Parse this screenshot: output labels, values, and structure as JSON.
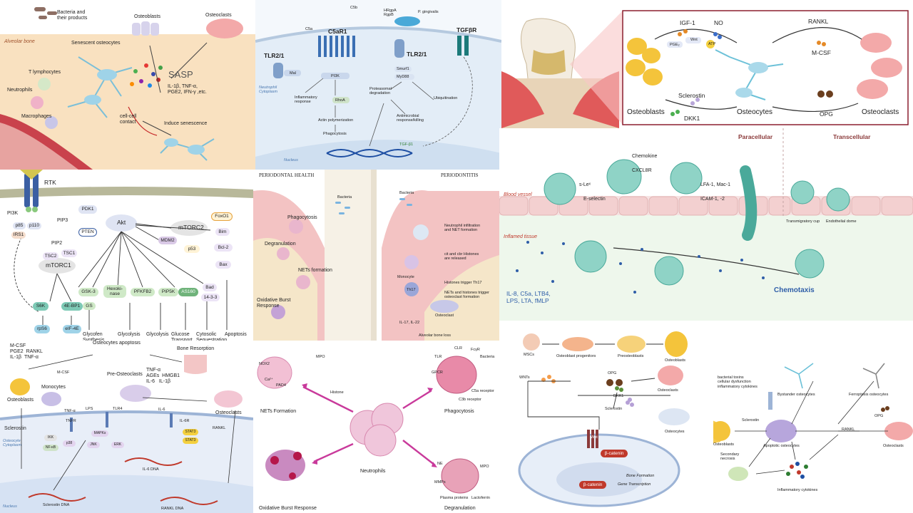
{
  "p1": {
    "bacteria": "Bacteria and\ntheir products",
    "senescent": "Senescent osteocytes",
    "alveolar": "Alveolar bone",
    "osteoblasts": "Osteoblasts",
    "osteoclasts": "Osteoclasts",
    "tlymph": "T lymphocytes",
    "neutrophils": "Neutrophils",
    "macrophages": "Macrophages",
    "sasp": "SASP",
    "sasp_list": "IL-1β, TNF-α,\nPGE2, IFN-γ ,etc.",
    "contact": "cell-cell\ncontact",
    "induce": "Induce senescence"
  },
  "p2": {
    "c5b": "C5b",
    "hrgpa": "HRgpA\nRgpB",
    "pging": "P. gingivalis",
    "c5a": "C5a",
    "c5ar1": "C5aR1",
    "tlr_left": "TLR2/1",
    "tlr_right": "TLR2/1",
    "tgfbr": "TGFβR",
    "mal": "Mal",
    "pi3k": "PI3K",
    "smurf": "Smurf1",
    "myd88": "MyD88",
    "rhoa": "RhoA",
    "inflam": "Inflammatory\nresponse",
    "neut_cyto": "Neutrophil\nCytoplasm",
    "actin": "Actin polymerization",
    "phago": "Phagocytosis",
    "proteasomal": "Proteasomal\ndegradation",
    "ubiq": "Ubiquitination",
    "antimicro": "Antimicrobial\nresponse/killing",
    "nucleus": "Nucleus",
    "tgfb1": "TGF-β1"
  },
  "p3": {
    "igf": "IGF-1",
    "no": "NO",
    "rankl": "RANKL",
    "pge2": "PGE₂",
    "wnt": "Wnt",
    "atp": "ATP",
    "mcsf": "M-CSF",
    "sclerostin": "Sclerostin",
    "dkk1": "DKK1",
    "opg": "OPG",
    "osteoblasts": "Osteoblasts",
    "osteocytes": "Osteocytes",
    "osteoclasts": "Osteoclasts"
  },
  "p4": {
    "rtk": "RTK",
    "pi3k": "PI3K",
    "p85": "p85",
    "p110": "p110",
    "irs1": "IRS1",
    "pip3": "PIP3",
    "pip2": "PIP2",
    "pdk1": "PDK1",
    "pten": "PTEN",
    "akt": "Akt",
    "mtorc2": "mTORC2",
    "foxo1": "FoxO1",
    "bim": "Bim",
    "bcl2": "Bcl-2",
    "mdm2": "MDM2",
    "p53": "p53",
    "bax": "Bax",
    "tsc2": "TSC2",
    "tsc1": "TSC1",
    "mtorc1": "mTORC1",
    "gsk3": "GSK-3",
    "gs": "GS",
    "hexo": "Hexoki-\nnase",
    "pfkfb2": "PFKFB2",
    "pip5k": "PIP5K",
    "as160": "AS160",
    "bad": "Bad",
    "p1433": "14-3-3",
    "s6k": "S6K",
    "ebp1": "4E-BP1",
    "rps6": "rpS6",
    "eif4e": "eIF-4E",
    "out_glycogen": "Glycofen\nSynthesis",
    "out_glycolysis": "Glycolysis",
    "out_glycolysis2": "Glycolysis",
    "out_glucose": "Glucose\nTransport",
    "out_cytosolic": "Cytosolic\nSequestration",
    "out_apoptosis": "Apoptosis"
  },
  "p5": {
    "health": "PERIODONTAL HEALTH",
    "perio": "PERIODONTITIS",
    "phagocytosis": "Phagocytosis",
    "bacteria_l": "Bacteria",
    "bacteria_r": "Bacteria",
    "degranulation": "Degranulation",
    "nets": "NETs formation",
    "oxid": "Oxidative Burst\nResponse",
    "s1": "Neutrophil infiltration\nand NET formation",
    "s2": "cit and cbr Histones\nare released",
    "s3": "Histones trigger Th17",
    "s4": "NETs and histones trigger\nosteoclast formation",
    "s5": "Alveolar bone loss",
    "monocyte": "Monocyte",
    "osteoclast": "Osteoclast",
    "th17": "Th17",
    "il17": "IL-17, IL-22"
  },
  "p6": {
    "paracellular": "Paracellular",
    "transcellular": "Transcellular",
    "chemokine": "Chemokine",
    "cxcl8r": "CXCL8R",
    "slex": "s-Leˣ",
    "eselectin": "E-selectin",
    "lfa": "LFA-1, Mac-1",
    "icam": "ICAM-1, -2",
    "blood": "Blood vessel",
    "inflamed": "Inflamed tissue",
    "cup": "Transmigratory cup",
    "dome": "Endothelial dome",
    "factors": "IL-8, C5a, LTB4,\nLPS, LTA, fMLP",
    "chemotaxis": "Chemotaxis"
  },
  "p7": {
    "factors": "M-CSF\nPGE2  RANKL\nIL-1β  TNF-α",
    "apoptosis": "Osteocytes apoptosis",
    "bone_resorp": "Bone Resorption",
    "mcsf": "M-CSF",
    "pre": "Pre-Osteoclasts",
    "tnf": "TNF-α\nAGEs  HMGB1\nIL-6   IL-1β",
    "monocytes": "Monocytes",
    "osteoblasts": "Osteoblasts",
    "osteoclasts": "Osteoclasts",
    "lps": "LPS",
    "tlr4": "TLR4",
    "tnfa": "TNF-α",
    "tnfr": "TNFR",
    "il6": "IL-6",
    "il6r": "IL-6R",
    "rankl": "RANKL",
    "sclerostin": "Sclerostin",
    "cyto": "Osteocyte\nCytoplasm",
    "ikk": "IKK",
    "nfkb": "NF-κB",
    "p38": "p38",
    "jnk": "JNK",
    "erk": "ERK",
    "mapks": "MAPKs",
    "stat3a": "STAT3",
    "stat3b": "STAT3",
    "nucleus": "Nucleus",
    "scl_dna": "Sclerostin DNA",
    "il6_dna": "IL-6 DNA",
    "rankl_dna": "RANKL DNA"
  },
  "p8": {
    "nets": "NETs Formation",
    "phago": "Phagocytosis",
    "oxid": "Oxidative Burst Response",
    "degran": "Degranulation",
    "neutrophils": "Neutrophils",
    "nox2": "NOX2",
    "ca": "Ca²⁺",
    "pad4": "PAD4",
    "mpo": "MPO",
    "histone": "Histone",
    "clr": "CLR",
    "fcgr": "FcγR",
    "tlr": "TLR",
    "gpcr": "GPCR",
    "bacteria": "Bacteria",
    "c5a": "C5a receptor",
    "c3": "C3b receptor",
    "ne": "NE",
    "mmp": "MMPs",
    "lacto": "Lactoferrin",
    "plasma": "Plasma proteins",
    "mpo2": "MPO"
  },
  "p9": {
    "mscs": "MSCs",
    "progen": "Osteoblast progenitors",
    "preosteo": "Preosteoblasts",
    "osteoblasts": "Osteoblasts",
    "wnts": "WNTs",
    "opg": "OPG",
    "osteoclasts": "Osteoclasts",
    "dkk1": "DKK1",
    "sclerostin": "Sclerostin",
    "osteocytes": "Osteocytes",
    "wnt": "Wnt",
    "bcat1": "β-catenin",
    "bcat2": "β-catenin",
    "bone": "Bone Formation",
    "gene": "Gene Transcription"
  },
  "p10": {
    "toxins": "bacterial toxins\ncellular dysfunction\ninflammatory cytokines",
    "bystander": "Bystander osteocytes",
    "ferro": "Ferroptosis osteocytes",
    "sclerostin": "Sclerostin",
    "opg": "OPG",
    "osteoblasts": "Osteoblasts",
    "apoptotic": "Apoptotic osteocytes",
    "rankl": "RANKL",
    "osteoclasts": "Osteoclasts",
    "secondary": "Secondary\nnecrosis",
    "cytokines": "Inflammatory cytokines"
  },
  "colors": {
    "bone_bg": "#f9e1c0",
    "cell_blue": "#6cc1d8",
    "osteoblast": "#f4c43b",
    "osteoclast": "#f3a9a9",
    "neutrophil": "#e9a0c2",
    "teal": "#6fc7b9",
    "magenta": "#c93a9b"
  }
}
